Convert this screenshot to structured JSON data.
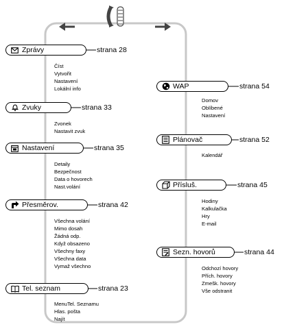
{
  "sections": {
    "zpravy": {
      "label": "Zprávy",
      "page_ref": "strana 28",
      "items": [
        "Číst",
        "Vytvořit",
        "Nastavení",
        "Lokální info"
      ]
    },
    "zvuky": {
      "label": "Zvuky",
      "page_ref": "strana 33",
      "items": [
        "Zvonek",
        "Nastavit zvuk"
      ]
    },
    "nastaveni": {
      "label": "Nastavení",
      "page_ref": "strana 35",
      "items": [
        "Detaily",
        "Bezpečnost",
        "Data o hovorech",
        "Nast.volání"
      ]
    },
    "presmerov": {
      "label": "Přesměrov.",
      "page_ref": "strana 42",
      "items": [
        "Všechna volání",
        "Mimo dosah",
        "Žádná odp.",
        "Když obsazeno",
        "Všechny faxy",
        "Všechna data",
        "Vymaž všechno"
      ]
    },
    "tel_seznam": {
      "label": "Tel. seznam",
      "page_ref": "strana 23",
      "items": [
        "MenuTel. Seznamu",
        "Hlas. pošta",
        "Najít"
      ]
    },
    "wap": {
      "label": "WAP",
      "page_ref": "strana 54",
      "items": [
        "Domov",
        "Oblíbené",
        "Nastavení"
      ]
    },
    "planovac": {
      "label": "Plánovač",
      "page_ref": "strana 52",
      "items": [
        "Kalendář"
      ]
    },
    "prislus": {
      "label": "Přísluš.",
      "page_ref": "strana 45",
      "items": [
        "Hodiny",
        "Kalkulačka",
        "Hry",
        "E-mail"
      ]
    },
    "sezn_hovoru": {
      "label": "Sezn. hovorů",
      "page_ref": "strana 44",
      "items": [
        "Odchozí hovory",
        "Přích. hovory",
        "Zmešk. hovory",
        "Vše odstranit"
      ]
    }
  },
  "icons": {
    "zpravy": "envelope-icon",
    "zvuky": "bell-icon",
    "nastaveni": "settings-grid-icon",
    "presmerov": "forward-arrow-icon",
    "tel_seznam": "book-icon",
    "wap": "globe-icon",
    "planovac": "planner-icon",
    "prislus": "cube-icon",
    "sezn_hovoru": "call-list-icon",
    "scroll": "scroll-key-icon",
    "left": "left-arrow-icon",
    "right": "right-arrow-icon"
  },
  "colors": {
    "loop_line": "#c8c8c8",
    "ink": "#000000"
  }
}
